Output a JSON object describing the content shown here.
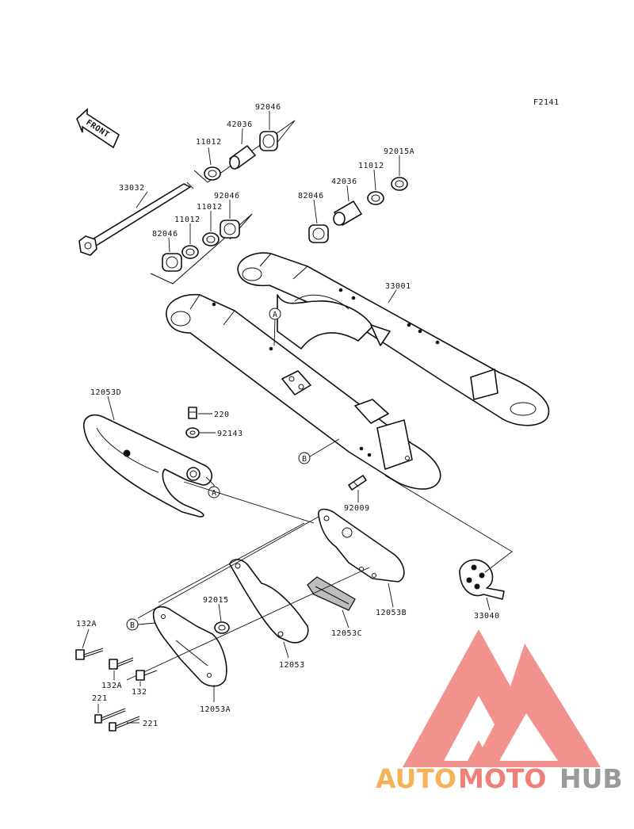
{
  "figure_code": "F2141",
  "front_label": "FRONT",
  "parts": {
    "p33032": "33032",
    "p11012_top": "11012",
    "p42036_top": "42036",
    "p92046_top": "92046",
    "p92015A": "92015A",
    "p11012_right": "11012",
    "p42036_right": "42036",
    "p82046_right": "82046",
    "p92046_left": "92046",
    "p11012_left": "11012",
    "p82046_left": "82046",
    "p33001": "33001",
    "p12053D": "12053D",
    "p220": "220",
    "p92143": "92143",
    "p92009": "92009",
    "p12053B": "12053B",
    "p12053C": "12053C",
    "p92015": "92015",
    "p12053": "12053",
    "p12053A": "12053A",
    "p33040": "33040",
    "p132A_1": "132A",
    "p132A_2": "132A",
    "p132": "132",
    "p221_1": "221",
    "p221_2": "221"
  },
  "ref_marks": {
    "a_swingarm": "A",
    "b_swingarm": "B",
    "a_guide": "A",
    "b_guard": "B"
  },
  "watermark": {
    "part1": "AUTO",
    "part2": "MOTO",
    "part3": "HUB",
    "color1": "#f5b25a",
    "color2": "#f07f7a",
    "color3": "#9a9a9a"
  }
}
